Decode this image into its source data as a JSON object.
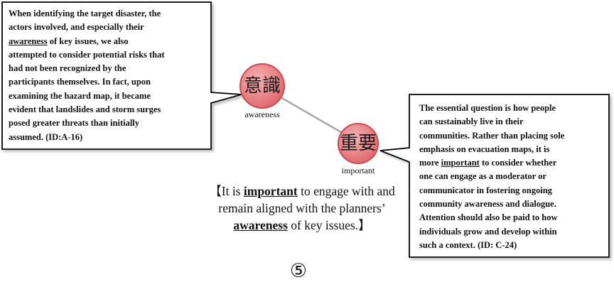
{
  "callout_left": {
    "lines": [
      "When identifying the target disaster, the",
      "actors involved, and especially their",
      [
        "",
        "awareness",
        " of key issues, we also"
      ],
      "attempted to consider potential risks that",
      "had not been recognized by the",
      "participants themselves. In fact, upon",
      "examining the hazard map, it became",
      "evident that landslides and storm surges",
      "posed greater threats than initially",
      "assumed. (ID:A-16)"
    ]
  },
  "callout_right": {
    "lines": [
      "The essential question is how people",
      "can sustainably live in their",
      "communities. Rather than placing sole",
      "emphasis on evacuation maps, it is",
      [
        "more ",
        "important",
        " to consider whether"
      ],
      "one can engage as a moderator or",
      "communicator in fostering ongoing",
      "community awareness and dialogue.",
      "Attention should also be paid to how",
      "individuals grow and develop within",
      "such a context. (ID: C-24)"
    ]
  },
  "nodes": [
    {
      "id": "awareness",
      "kanji": "意識",
      "label": "awareness"
    },
    {
      "id": "important",
      "kanji": "重要",
      "label": "important"
    }
  ],
  "summary": {
    "open_bracket": "【",
    "part1": "It is ",
    "kw1": "important",
    "part2": " to engage with and remain aligned with the planners’ ",
    "kw2": "awareness",
    "part3": " of key issues.",
    "close_bracket": "】"
  },
  "panel_number": "⑤",
  "colors": {
    "node_fill": "#e98083",
    "node_stroke": "#cf4a4f",
    "edge": "#a8a8a8",
    "frame": "#000000"
  }
}
